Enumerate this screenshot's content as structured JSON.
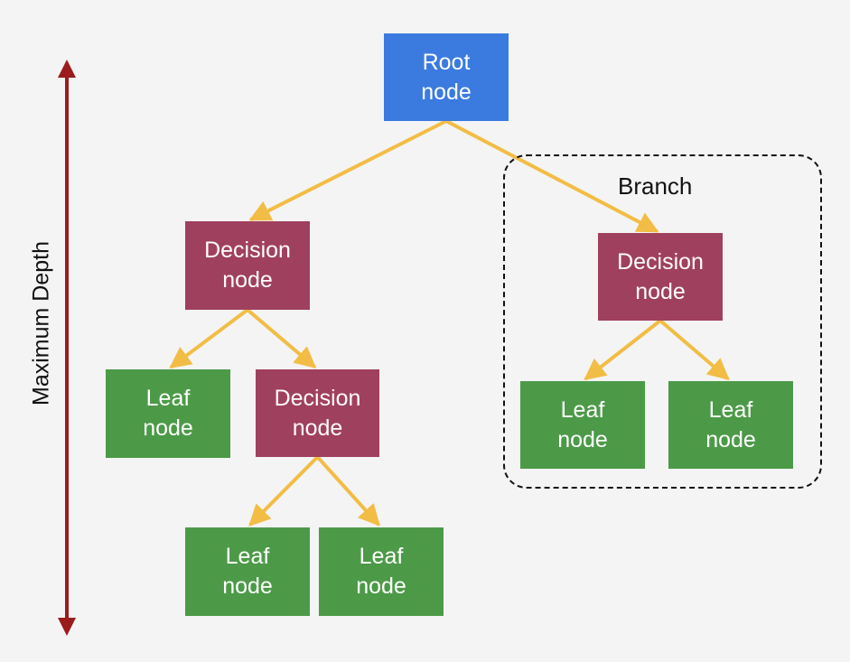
{
  "diagram": {
    "depth_label": "Maximum Depth",
    "branch_label": "Branch",
    "nodes": {
      "root": "Root\nnode",
      "decision_left": "Decision\nnode",
      "decision_right": "Decision\nnode",
      "leaf_level2_left": "Leaf\nnode",
      "decision_level2": "Decision\nnode",
      "leaf_right_a": "Leaf\nnode",
      "leaf_right_b": "Leaf\nnode",
      "leaf_level3_a": "Leaf\nnode",
      "leaf_level3_b": "Leaf\nnode"
    },
    "edges": [
      [
        "root",
        "decision_left"
      ],
      [
        "root",
        "decision_right"
      ],
      [
        "decision_left",
        "leaf_level2_left"
      ],
      [
        "decision_left",
        "decision_level2"
      ],
      [
        "decision_right",
        "leaf_right_a"
      ],
      [
        "decision_right",
        "leaf_right_b"
      ],
      [
        "decision_level2",
        "leaf_level3_a"
      ],
      [
        "decision_level2",
        "leaf_level3_b"
      ]
    ],
    "colors": {
      "root": "#3b7be0",
      "decision": "#a0405f",
      "leaf": "#4c9a48",
      "edge": "#f2bd45",
      "depth_arrow": "#9b1c1c"
    }
  }
}
